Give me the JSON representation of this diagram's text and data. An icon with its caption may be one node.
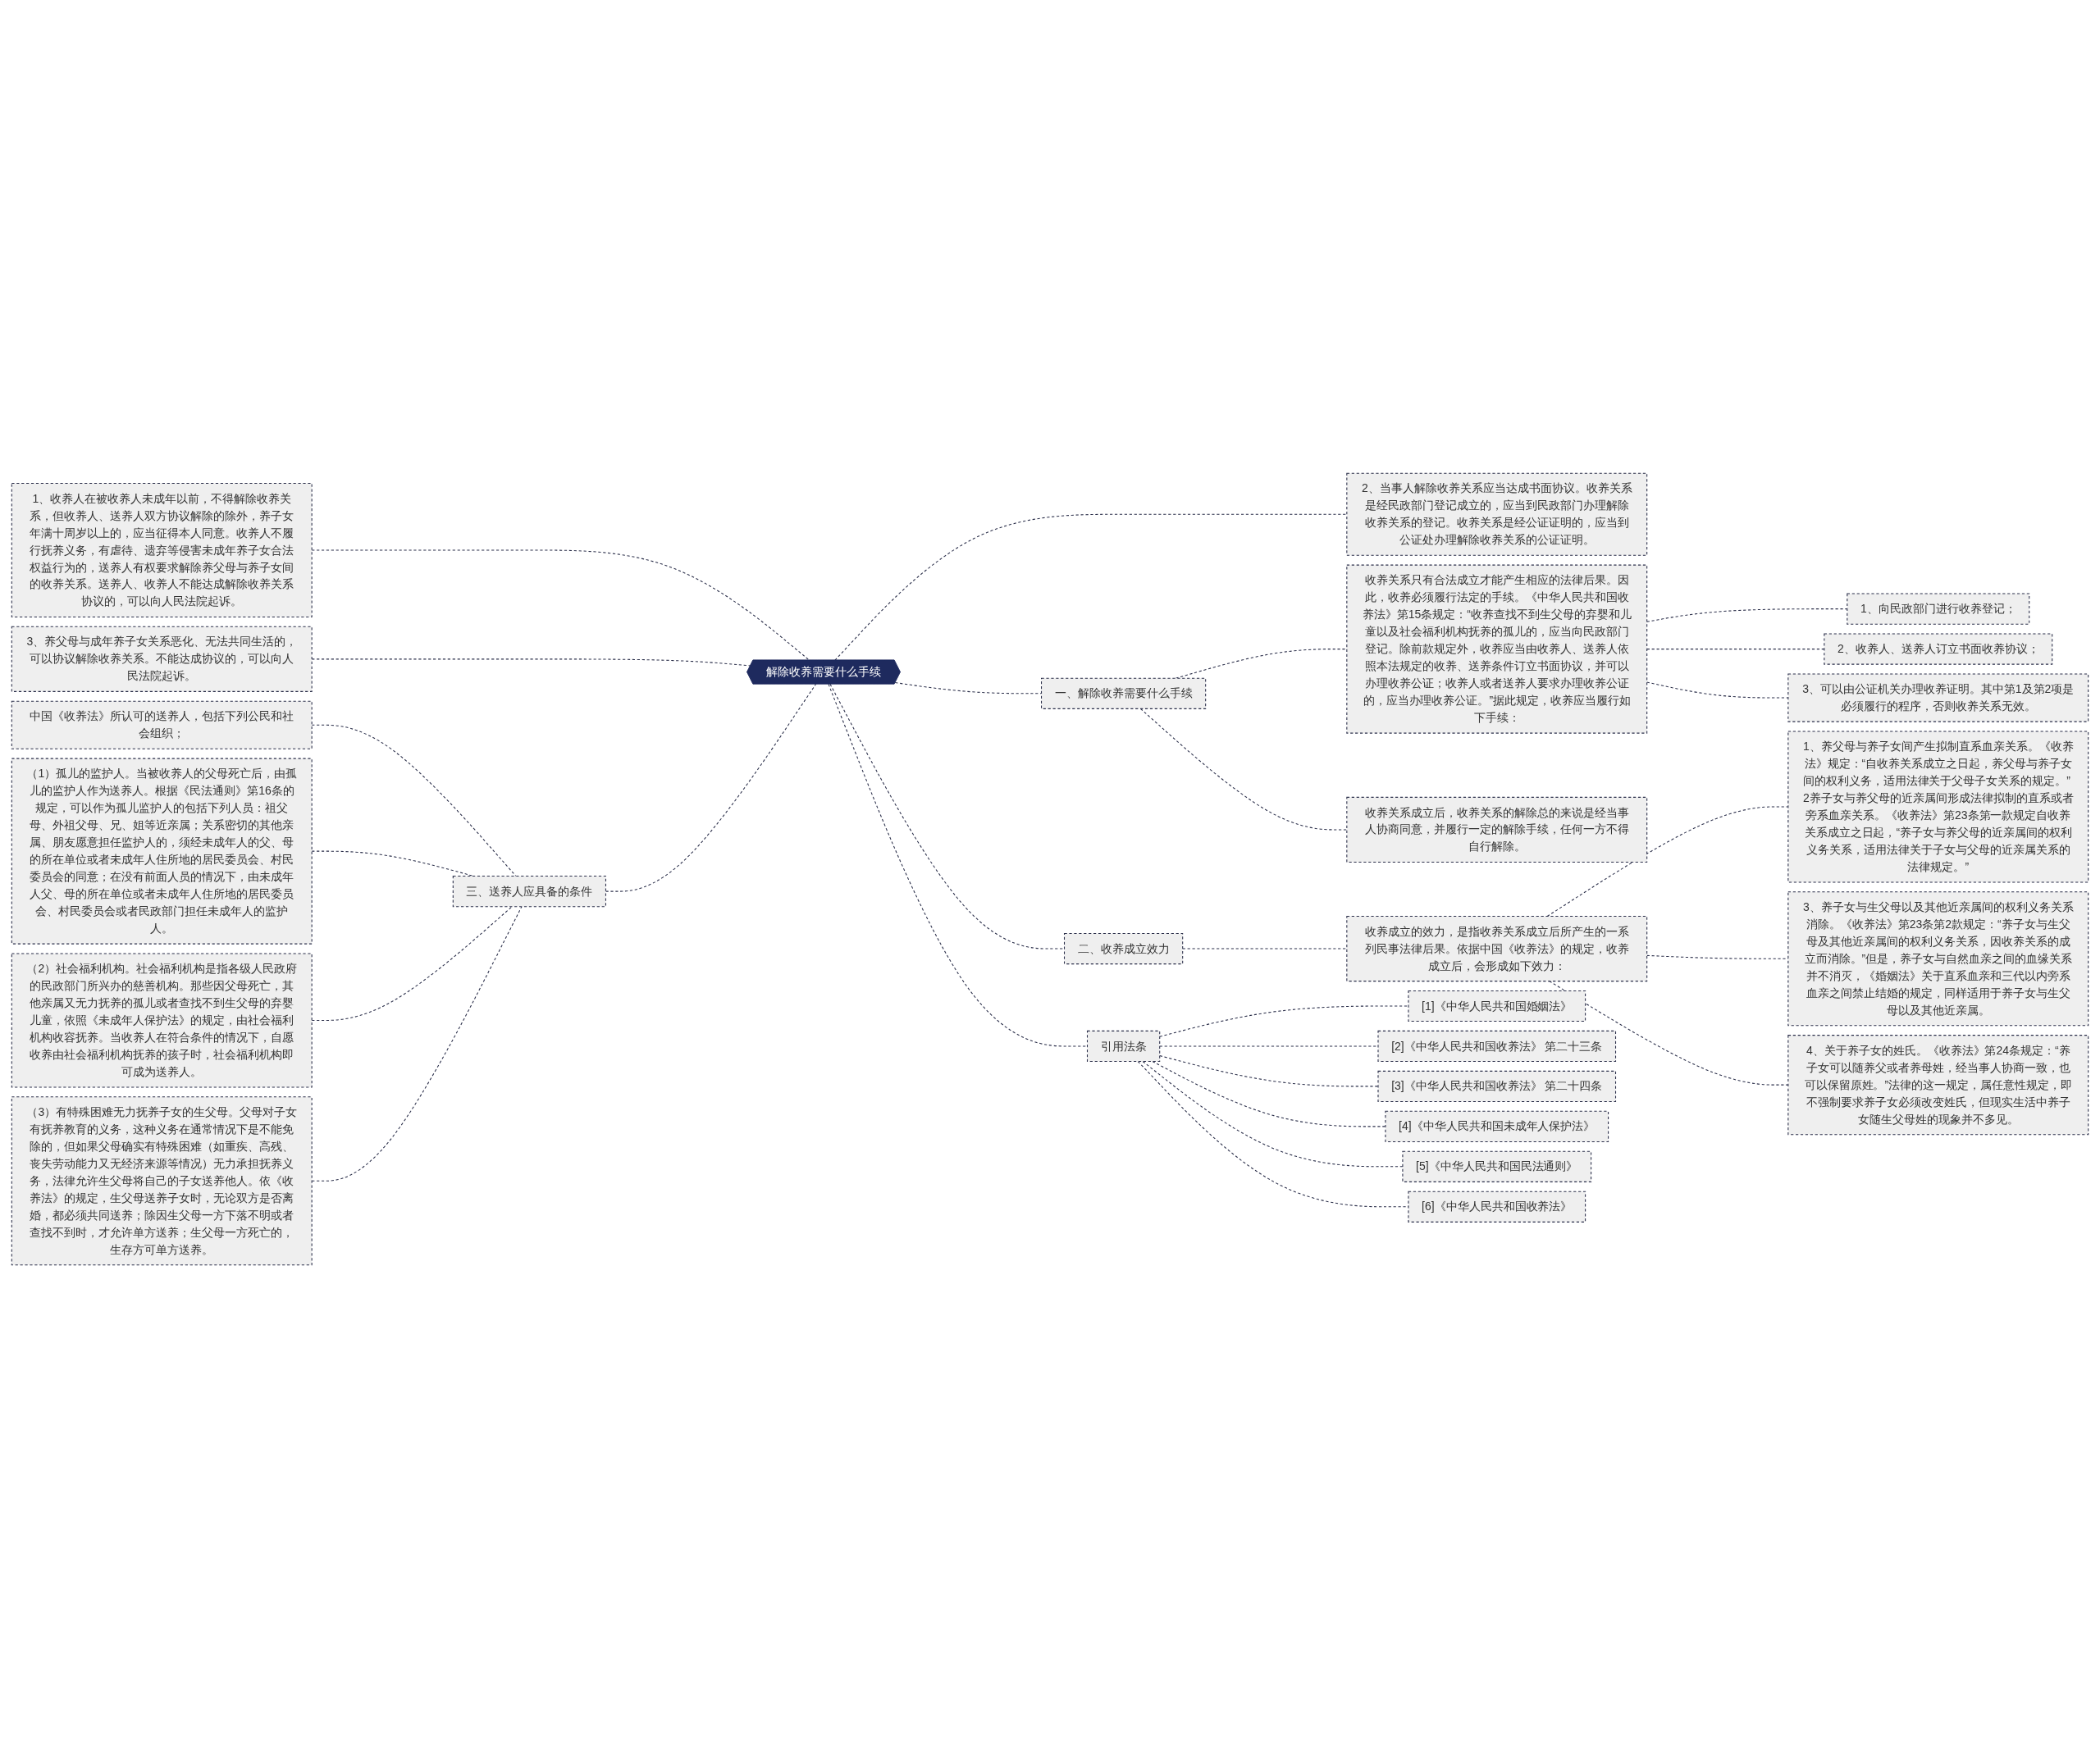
{
  "diagram": {
    "nodes": [
      {
        "text": [
          "解除收养需要什么手续"
        ]
      },
      {
        "text": [
          "一、解除收养需要什么手续"
        ]
      },
      {
        "text": [
          "收养关系只有合法成立才能产生相应的法律后果。因此，收养必须履行法定的手续。《中华人民共和国收养法》第15条规定：“收养查找不到生父母的弃婴和儿童以及社会福利机构抚养的孤儿的，应当向民政部门登记。除前款规定外，收养应当由收养人、送养人依照本法规定的收养、送养条件订立书面协议，并可以办理收养公证；收养人或者送养人要求办理收养公证的，应当办理收养公证。”据此规定，收养应当履行如下手续："
        ]
      },
      {
        "text": [
          "1、向民政部门进行收养登记；"
        ]
      },
      {
        "text": [
          "2、收养人、送养人订立书面收养协议；"
        ]
      },
      {
        "text": [
          "3、可以由公证机关办理收养证明。其中第1及第2项是必须履行的程序，否则收养关系无效。"
        ]
      },
      {
        "text": [
          "收养关系成立后，收养关系的解除总的来说是经当事人协商同意，并履行一定的解除手续，任何一方不得自行解除。"
        ]
      },
      {
        "text": [
          "2、当事人解除收养关系应当达成书面协议。收养关系是经民政部门登记成立的，应当到民政部门办理解除收养关系的登记。收养关系是经公证证明的，应当到公证处办理解除收养关系的公证证明。"
        ]
      },
      {
        "text": [
          "二、收养成立效力"
        ]
      },
      {
        "text": [
          "收养成立的效力，是指收养关系成立后所产生的一系列民事法律后果。依据中国《收养法》的规定，收养成立后，会形成如下效力："
        ]
      },
      {
        "text": [
          "1、养父母与养子女间产生拟制直系血亲关系。《收养法》规定：“自收养关系成立之日起，养父母与养子女间的权利义务，适用法律关于父母子女关系的规定。” 2养子女与养父母的近亲属间形成法律拟制的直系或者旁系血亲关系。《收养法》第23条第一款规定自收养关系成立之日起，“养子女与养父母的近亲属间的权利义务关系，适用法律关于子女与父母的近亲属关系的法律规定。”"
        ]
      },
      {
        "text": [
          "3、养子女与生父母以及其他近亲属间的权利义务关系消除。《收养法》第23条第2款规定：“养子女与生父母及其他近亲属间的权利义务关系，因收养关系的成立而消除。”但是，养子女与自然血亲之间的血缘关系并不消灭，《婚姻法》关于直系血亲和三代以内旁系血亲之间禁止结婚的规定，同样适用于养子女与生父母以及其他近亲属。"
        ]
      },
      {
        "text": [
          "4、关于养子女的姓氏。《收养法》第24条规定：“养子女可以随养父或者养母姓，经当事人协商一致，也可以保留原姓。”法律的这一规定，属任意性规定，即不强制要求养子女必须改变姓氏，但现实生活中养子女随生父母姓的现象并不多见。"
        ]
      },
      {
        "text": [
          "引用法条"
        ]
      },
      {
        "text": [
          "[1]《中华人民共和国婚姻法》"
        ]
      },
      {
        "text": [
          "[2]《中华人民共和国收养法》 第二十三条"
        ]
      },
      {
        "text": [
          "[3]《中华人民共和国收养法》 第二十四条"
        ]
      },
      {
        "text": [
          "[4]《中华人民共和国未成年人保护法》"
        ]
      },
      {
        "text": [
          "[5]《中华人民共和国民法通则》"
        ]
      },
      {
        "text": [
          "[6]《中华人民共和国收养法》"
        ]
      },
      {
        "text": [
          "1、收养人在被收养人未成年以前，不得解除收养关系，但收养人、送养人双方协议解除的除外，养子女年满十周岁以上的，应当征得本人同意。收养人不履行抚养义务，有虐待、遗弃等侵害未成年养子女合法权益行为的，送养人有权要求解除养父母与养子女间的收养关系。送养人、收养人不能达成解除收养关系协议的，可以向人民法院起诉。"
        ]
      },
      {
        "text": [
          "3、养父母与成年养子女关系恶化、无法共同生活的，可以协议解除收养关系。不能达成协议的，可以向人民法院起诉。"
        ]
      },
      {
        "text": [
          "三、送养人应具备的条件"
        ]
      },
      {
        "text": [
          "中国《收养法》所认可的送养人，包括下列公民和社会组织；"
        ]
      },
      {
        "text": [
          "（1）孤儿的监护人。当被收养人的父母死亡后，由孤儿的监护人作为送养人。根据《民法通则》第16条的规定，可以作为孤儿监护人的包括下列人员：祖父母、外祖父母、兄、姐等近亲属；关系密切的其他亲属、朋友愿意担任监护人的，须经未成年人的父、母的所在单位或者未成年人住所地的居民委员会、村民委员会的同意；在没有前面人员的情况下，由未成年人父、母的所在单位或者未成年人住所地的居民委员会、村民委员会或者民政部门担任未成年人的监护人。"
        ]
      },
      {
        "text": [
          "（2）社会福利机构。社会福利机构是指各级人民政府的民政部门所兴办的慈善机构。那些因父母死亡，其他亲属又无力抚养的孤儿或者查找不到生父母的弃婴儿童，依照《未成年人保护法》的规定，由社会福利机构收容抚养。当收养人在符合条件的情况下，自愿收养由社会福利机构抚养的孩子时，社会福利机构即可成为送养人。"
        ]
      },
      {
        "text": [
          "（3）有特殊困难无力抚养子女的生父母。父母对子女有抚养教育的义务，这种义务在通常情况下是不能免除的，但如果父母确实有特殊困难（如重疾、高残、丧失劳动能力又无经济来源等情况）无力承担抚养义务，法律允许生父母将自己的子女送养他人。依《收养法》的规定，生父母送养子女时，无论双方是否离婚，都必须共同送养；除因生父母一方下落不明或者查找不到时，才允许单方送养；生父母一方死亡的，生存方可单方送养。"
        ]
      }
    ],
    "edges": [
      {
        "from": 0,
        "to": 1,
        "arrow": "none",
        "style": "dashed"
      },
      {
        "from": 1,
        "to": 2,
        "arrow": "none",
        "style": "dashed"
      },
      {
        "from": 2,
        "to": 3,
        "arrow": "none",
        "style": "dashed"
      },
      {
        "from": 2,
        "to": 4,
        "arrow": "none",
        "style": "dashed"
      },
      {
        "from": 2,
        "to": 5,
        "arrow": "none",
        "style": "dashed"
      },
      {
        "from": 1,
        "to": 6,
        "arrow": "none",
        "style": "dashed"
      },
      {
        "from": 0,
        "to": 7,
        "arrow": "none",
        "style": "dashed"
      },
      {
        "from": 0,
        "to": 8,
        "arrow": "none",
        "style": "dashed"
      },
      {
        "from": 8,
        "to": 9,
        "arrow": "none",
        "style": "dashed"
      },
      {
        "from": 9,
        "to": 10,
        "arrow": "none",
        "style": "dashed"
      },
      {
        "from": 9,
        "to": 11,
        "arrow": "none",
        "style": "dashed"
      },
      {
        "from": 9,
        "to": 12,
        "arrow": "none",
        "style": "dashed"
      },
      {
        "from": 0,
        "to": 13,
        "arrow": "none",
        "style": "dashed"
      },
      {
        "from": 13,
        "to": 14,
        "arrow": "none",
        "style": "dashed"
      },
      {
        "from": 13,
        "to": 15,
        "arrow": "none",
        "style": "dashed"
      },
      {
        "from": 13,
        "to": 16,
        "arrow": "none",
        "style": "dashed"
      },
      {
        "from": 13,
        "to": 17,
        "arrow": "none",
        "style": "dashed"
      },
      {
        "from": 13,
        "to": 18,
        "arrow": "none",
        "style": "dashed"
      },
      {
        "from": 13,
        "to": 19,
        "arrow": "none",
        "style": "dashed"
      },
      {
        "from": 0,
        "to": 20,
        "arrow": "none",
        "style": "dashed"
      },
      {
        "from": 0,
        "to": 21,
        "arrow": "none",
        "style": "dashed"
      },
      {
        "from": 0,
        "to": 22,
        "arrow": "none",
        "style": "dashed"
      },
      {
        "from": 22,
        "to": 23,
        "arrow": "none",
        "style": "dashed"
      },
      {
        "from": 22,
        "to": 24,
        "arrow": "none",
        "style": "dashed"
      },
      {
        "from": 22,
        "to": 25,
        "arrow": "none",
        "style": "dashed"
      },
      {
        "from": 22,
        "to": 26,
        "arrow": "none",
        "style": "dashed"
      }
    ]
  }
}
